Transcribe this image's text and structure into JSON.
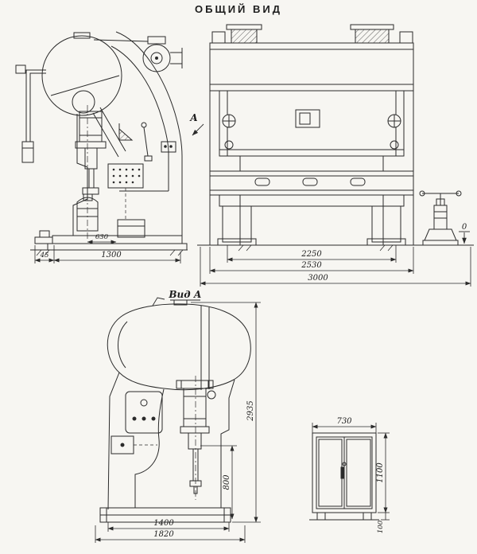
{
  "title": "ОБЩИЙ ВИД",
  "side_view": {
    "dim_45": "45",
    "dim_1300": "1300",
    "dim_630": "630"
  },
  "front_view": {
    "section_label": "А",
    "ground_label": "0",
    "dim_2250": "2250",
    "dim_2530": "2530",
    "dim_3000": "3000"
  },
  "view_a": {
    "label": "Вид А",
    "dim_2935": "2935",
    "dim_800": "800",
    "dim_1400": "1400",
    "dim_1820": "1820"
  },
  "cabinet": {
    "dim_730": "730",
    "dim_1100": "1100",
    "dim_100": "100"
  }
}
